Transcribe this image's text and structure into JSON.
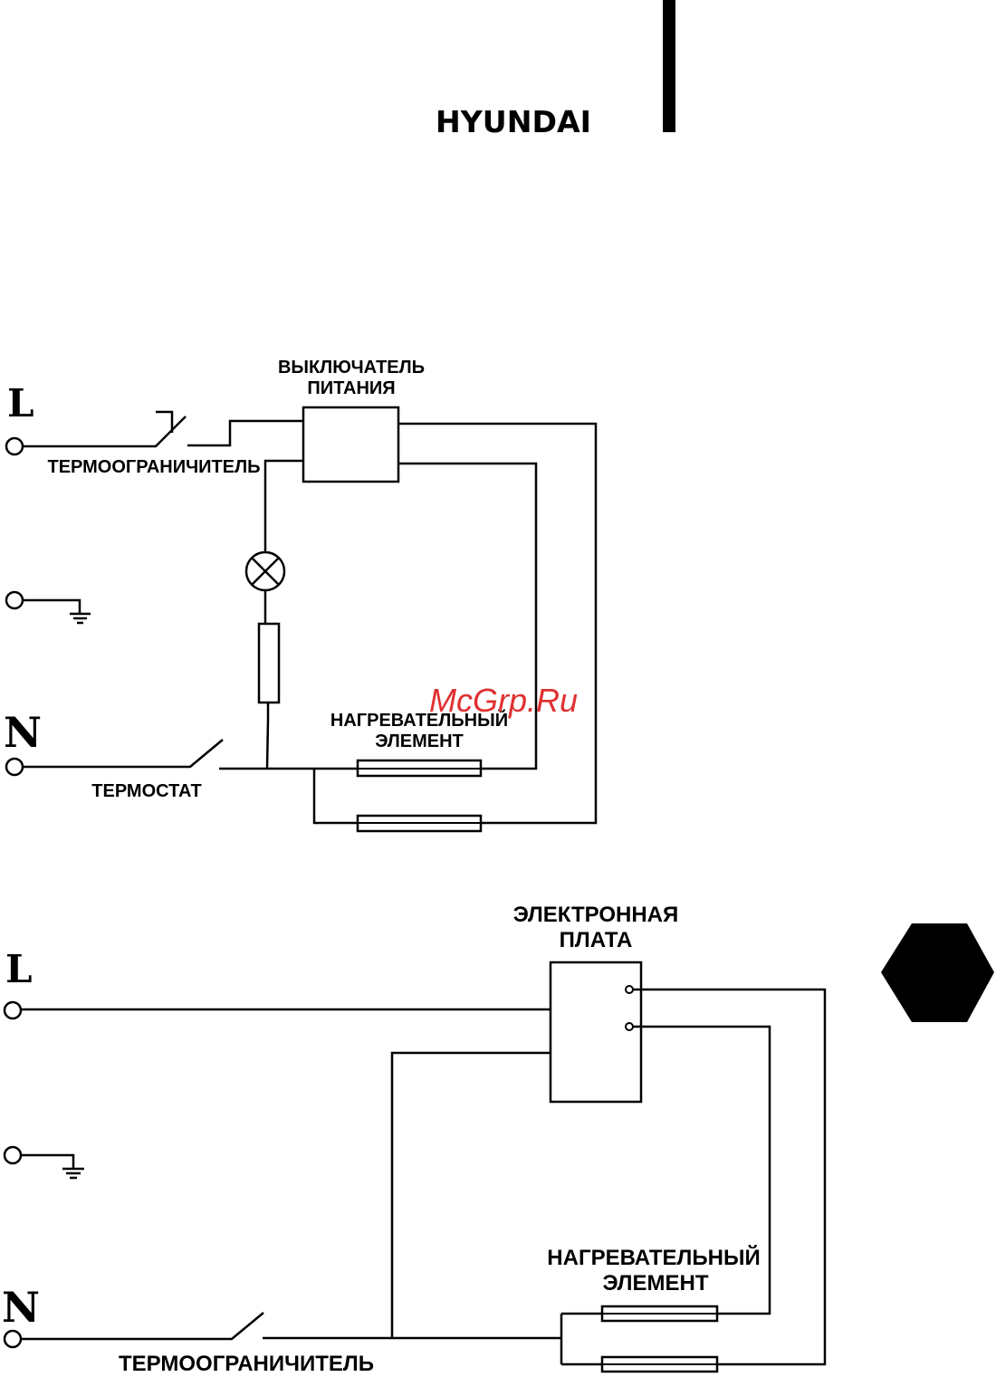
{
  "brand": {
    "logo_text": "HYUNDAI"
  },
  "watermark": "McGrp.Ru",
  "diagram1": {
    "terminal_L": "L",
    "terminal_N": "N",
    "power_switch_line1": "ВЫКЛЮЧАТЕЛЬ",
    "power_switch_line2": "ПИТАНИЯ",
    "thermal_limiter": "ТЕРМООГРАНИЧИТЕЛЬ",
    "heater_line1": "НАГРЕВАТЕЛЬНЫЙ",
    "heater_line2": "ЭЛЕМЕНТ",
    "thermostat": "ТЕРМОСТАТ"
  },
  "diagram2": {
    "terminal_L": "L",
    "terminal_N": "N",
    "board_line1": "ЭЛЕКТРОННАЯ",
    "board_line2": "ПЛАТА",
    "heater_line1": "НАГРЕВАТЕЛЬНЫЙ",
    "heater_line2": "ЭЛЕМЕНТ",
    "thermal_limiter": "ТЕРМООГРАНИЧИТЕЛЬ"
  }
}
